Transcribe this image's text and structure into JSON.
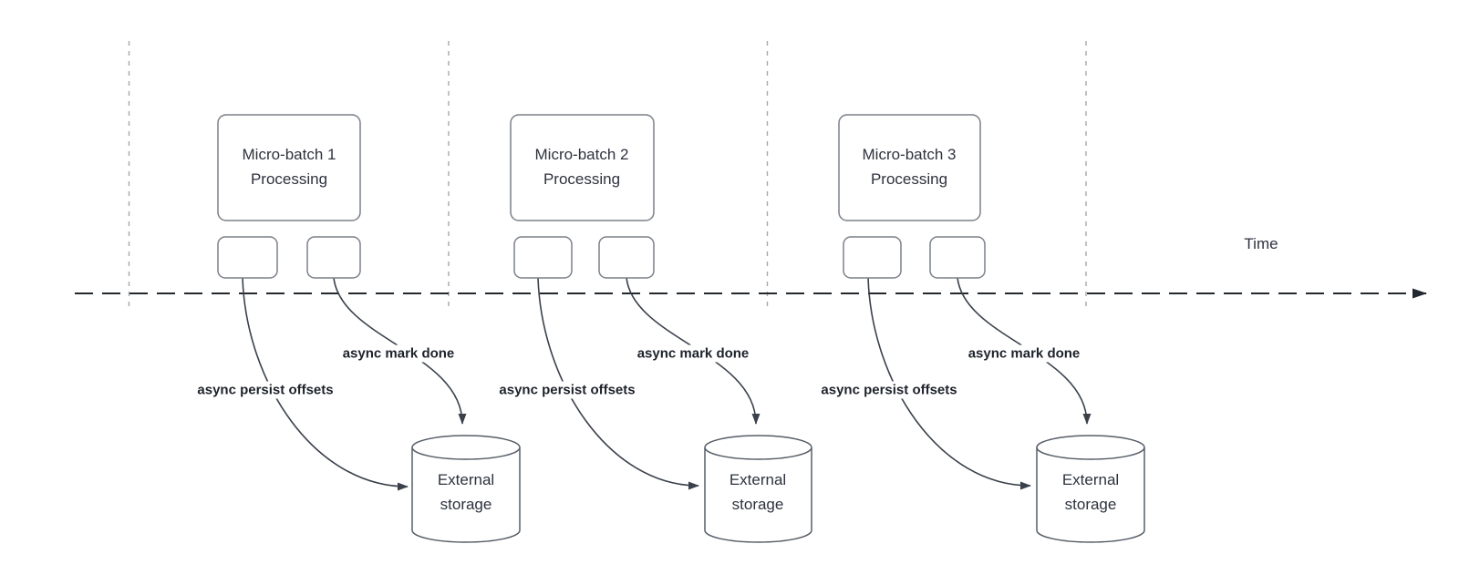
{
  "diagram": {
    "time_axis_label": "Time",
    "groups": [
      {
        "box_label": "Micro-batch 1\nProcessing",
        "persist_edge_label": "async persist offsets",
        "mark_done_edge_label": "async mark done",
        "storage_label": "External\nstorage"
      },
      {
        "box_label": "Micro-batch 2\nProcessing",
        "persist_edge_label": "async persist offsets",
        "mark_done_edge_label": "async mark done",
        "storage_label": "External\nstorage"
      },
      {
        "box_label": "Micro-batch 3\nProcessing",
        "persist_edge_label": "async persist offsets",
        "mark_done_edge_label": "async mark done",
        "storage_label": "External\nstorage"
      }
    ],
    "colors": {
      "curve_stroke": "#3a414b",
      "timeline_stroke": "#23282e",
      "gridline_stroke": "#a7a7a7",
      "shape_stroke": "#7a8088",
      "cylinder_stroke": "#565e68",
      "text": "#2d323e"
    }
  }
}
